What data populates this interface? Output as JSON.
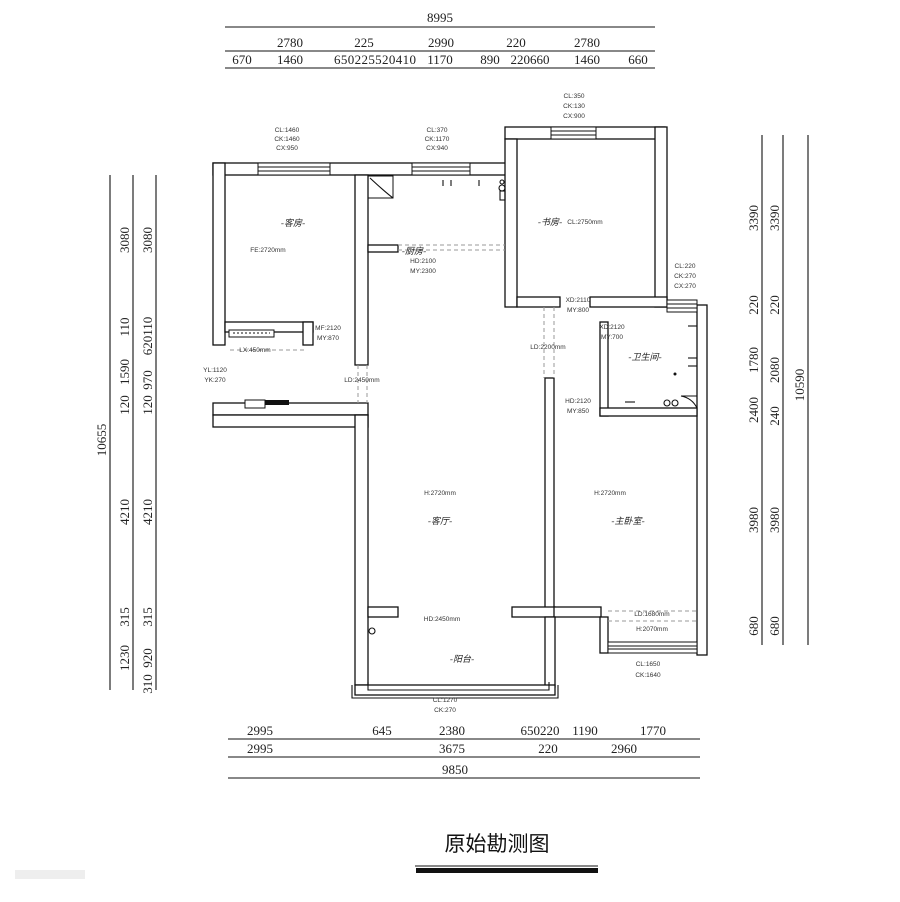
{
  "title": "原始勘测图",
  "dims": {
    "top": {
      "total": "8995",
      "row2": [
        "2780",
        "225",
        "2990",
        "220",
        "2780"
      ],
      "row3": [
        "670",
        "1460",
        "650225520410",
        "1170",
        "890",
        "220660",
        "1460",
        "660"
      ]
    },
    "left": {
      "total": "10655",
      "col1": [
        "3080",
        "110",
        "1590",
        "120",
        "4210",
        "315",
        "1230"
      ],
      "col2": [
        "3080",
        "620110",
        "970",
        "120",
        "4210",
        "315",
        "920",
        "310"
      ]
    },
    "right": {
      "total": "10590",
      "col1": [
        "3390",
        "220",
        "1780",
        "2400",
        "3980",
        "680"
      ],
      "col2": [
        "3390",
        "220",
        "2080",
        "240",
        "3980",
        "680"
      ]
    },
    "bottom": {
      "row1": [
        "2995",
        "645",
        "2380",
        "650220",
        "1190",
        "1770"
      ],
      "row2": [
        "2995",
        "3675",
        "220",
        "2960"
      ],
      "total": "9850"
    }
  },
  "rooms": {
    "bedroom2": {
      "label": "-客房-",
      "height": "FE:2720mm"
    },
    "kitchen": {
      "label": "-厨房-",
      "door": [
        "HD:2100",
        "MY:2300"
      ]
    },
    "study": {
      "label": "-书房-",
      "height": "CL:2750mm"
    },
    "living": {
      "label": "-客厅-",
      "height": "H:2720mm"
    },
    "master": {
      "label": "-主卧室-",
      "height": "H:2720mm"
    },
    "bathroom": {
      "label": "-卫生间-",
      "door": [
        "XD:2120",
        "MY:700"
      ]
    },
    "balcony": {
      "label": "-阳台-",
      "height": "HD:2450mm"
    }
  },
  "notes": {
    "win_bedroom": [
      "CL:1460",
      "CK:1460",
      "CX:950"
    ],
    "win_kitchen": [
      "CL:370",
      "CK:1170",
      "CX:940"
    ],
    "win_study": [
      "CL:350",
      "CK:130",
      "CX:900"
    ],
    "win_bath": [
      "CL:220",
      "CK:270",
      "CX:270"
    ],
    "win_balcony": [
      "CL:1270",
      "CK:270"
    ],
    "win_master": [
      "CL:1650",
      "CK:1640"
    ],
    "master_bay": [
      "LD:1680mm",
      "H:2070mm"
    ],
    "door_study": [
      "XD:2110",
      "MY:800"
    ],
    "door_master": [
      "HD:2120",
      "MY:850"
    ],
    "door_bedroom": [
      "MF:2120",
      "MY:870"
    ],
    "opening_living": "LD:2450mm",
    "opening_hall": "LD:2200mm",
    "entry": [
      "YL:1120",
      "YK:270"
    ],
    "closet": "LX:450mm"
  }
}
